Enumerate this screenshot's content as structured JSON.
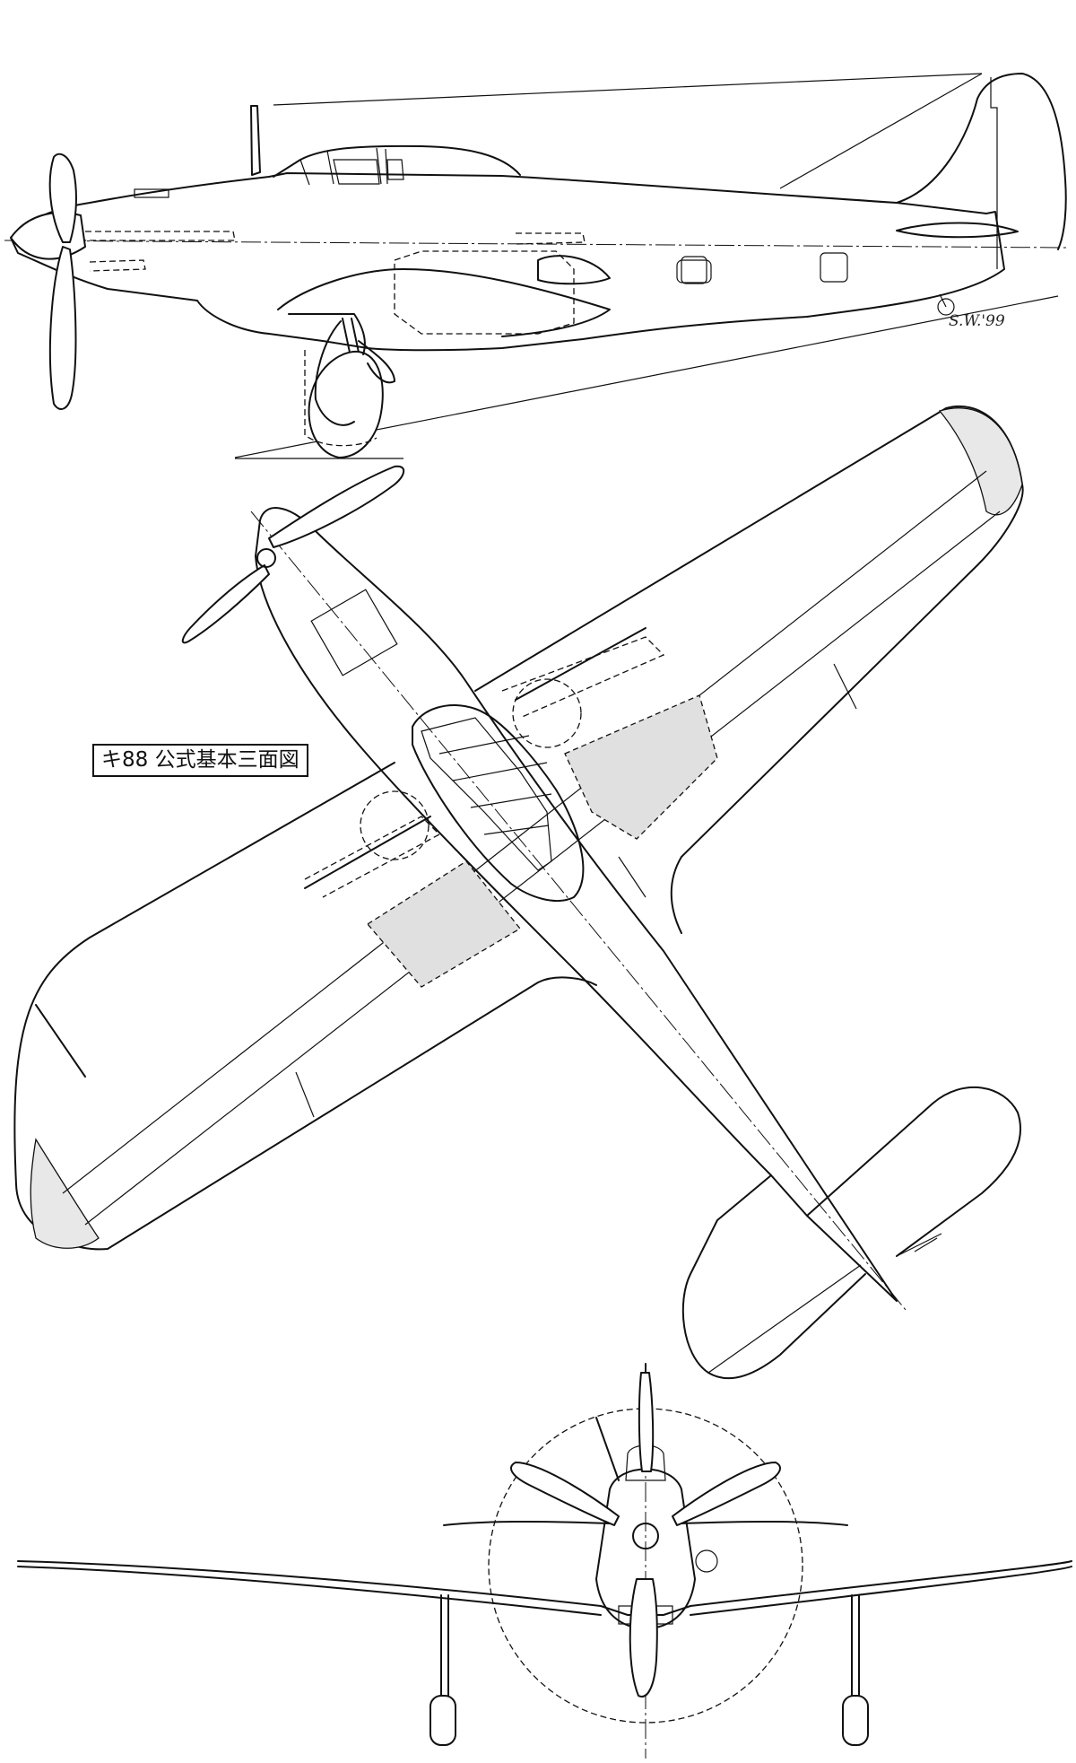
{
  "drawing": {
    "title_label": "キ88 公式基本三面図",
    "signature": "S.W.'99"
  },
  "views": [
    "side-view",
    "plan-view",
    "front-view"
  ]
}
